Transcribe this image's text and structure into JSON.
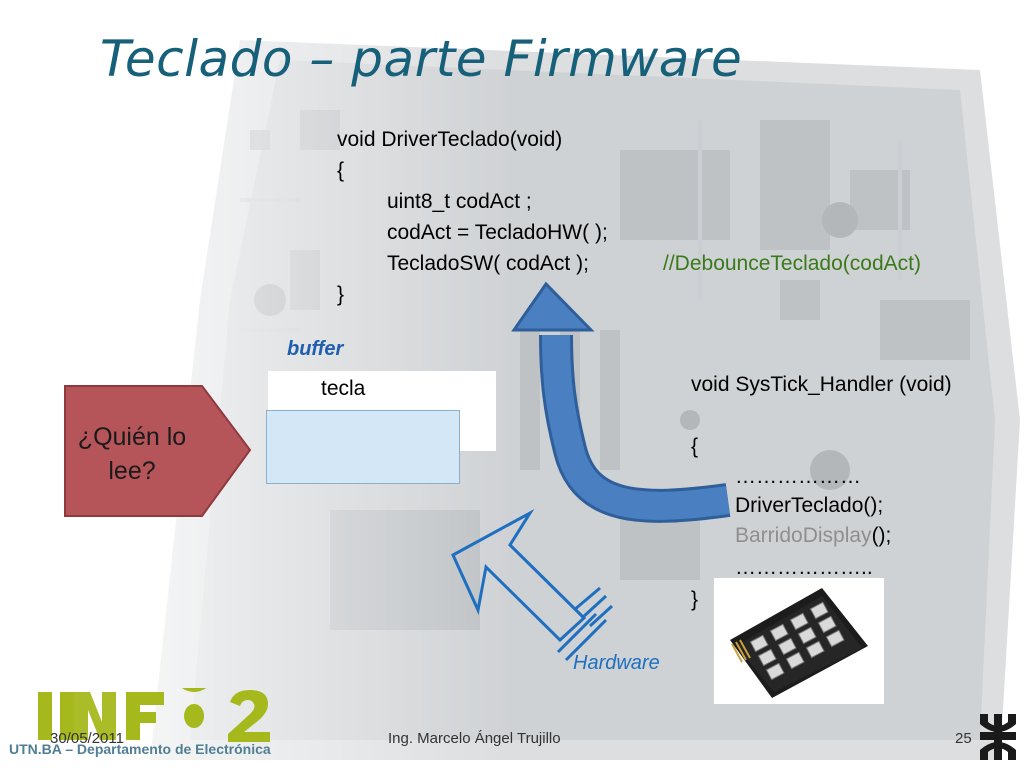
{
  "slide": {
    "title": "Teclado –  parte Firmware",
    "buffer": {
      "label": "buffer",
      "cell": "tecla"
    },
    "question": {
      "line1": "¿Quién lo",
      "line2": "lee?"
    },
    "driver_code": {
      "l1": "void DriverTeclado(void)",
      "l2": "{",
      "l3": "uint8_t codAct ;",
      "l4": "codAct = TecladoHW( );",
      "l5_code": "TecladoSW( codAct );",
      "l5_comment": "//DebounceTeclado(codAct)",
      "l6": "}"
    },
    "systick_code": {
      "l1": "void SysTick_Handler (void)",
      "l2": "{",
      "l3": "………………",
      "l4": "DriverTeclado();",
      "l5_grey": "BarridoDisplay",
      "l5_rest": "();",
      "l6": "………………..",
      "l7": "}"
    },
    "hardware_label": "Hardware"
  },
  "footer": {
    "logo": "INFO 2",
    "department": "UTN.BA – Departamento de Electrónica",
    "date": "30/05/2011",
    "author": "Ing. Marcelo Ángel Trujillo",
    "page": "25"
  },
  "colors": {
    "title": "#17607a",
    "arrow_blue": "#4a7fc1",
    "question_box": "#b5555a",
    "buffer_fill": "#d3e7f6",
    "logo_green": "#a5b81c"
  },
  "icons": [
    "curved-arrow-icon",
    "outline-arrow-icon",
    "keypad-image",
    "utn-logo-icon"
  ]
}
